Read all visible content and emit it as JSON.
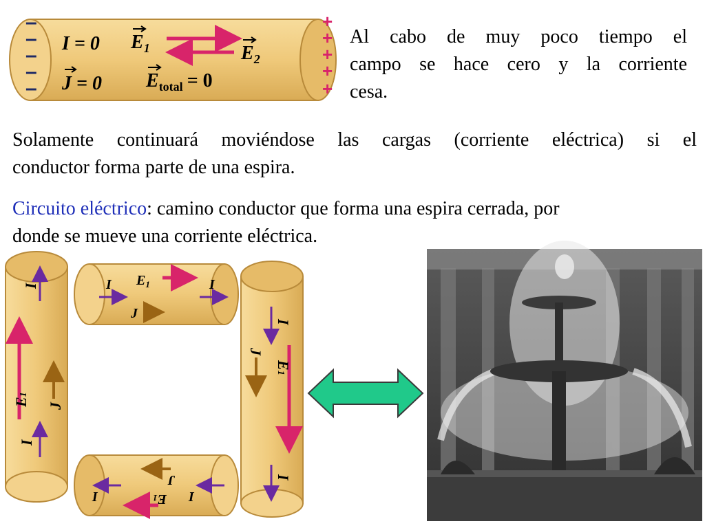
{
  "text_top_right": {
    "lines": [
      "Al cabo de muy poco tiempo el",
      "campo se hace cero y la corriente",
      "cesa."
    ]
  },
  "text_middle": {
    "lines": [
      "Solamente continuará moviéndose las cargas (corriente eléctrica) si el",
      "conductor forma parte de una espira."
    ]
  },
  "circuit_def": {
    "term": "Circuito eléctrico",
    "rest_line1": ": camino conductor que forma una espira cerrada, por",
    "line2": "donde se mueve una corriente eléctrica."
  },
  "conductor_top": {
    "I_eq": "I = 0",
    "J_eq": "J = 0",
    "E1": "E",
    "E1_sub": "1",
    "E2": "E",
    "E2_sub": "2",
    "Etotal": "E",
    "Etotal_sub": "total",
    "Etotal_eq": "= 0",
    "minus": "–",
    "plus": "+"
  },
  "loop_labels": {
    "I": "I",
    "E": "E",
    "E_sub": "1",
    "J": "J"
  },
  "colors": {
    "cylinder": "#efc97a",
    "cylinder_edge": "#b88a3a",
    "magenta": "#d8246a",
    "purple": "#6a2aa0",
    "brown": "#9a6414",
    "double_arrow": "#20c98a",
    "blue_text": "#1f2fb8"
  },
  "double_arrow": {
    "icon": "double-arrow-icon"
  }
}
